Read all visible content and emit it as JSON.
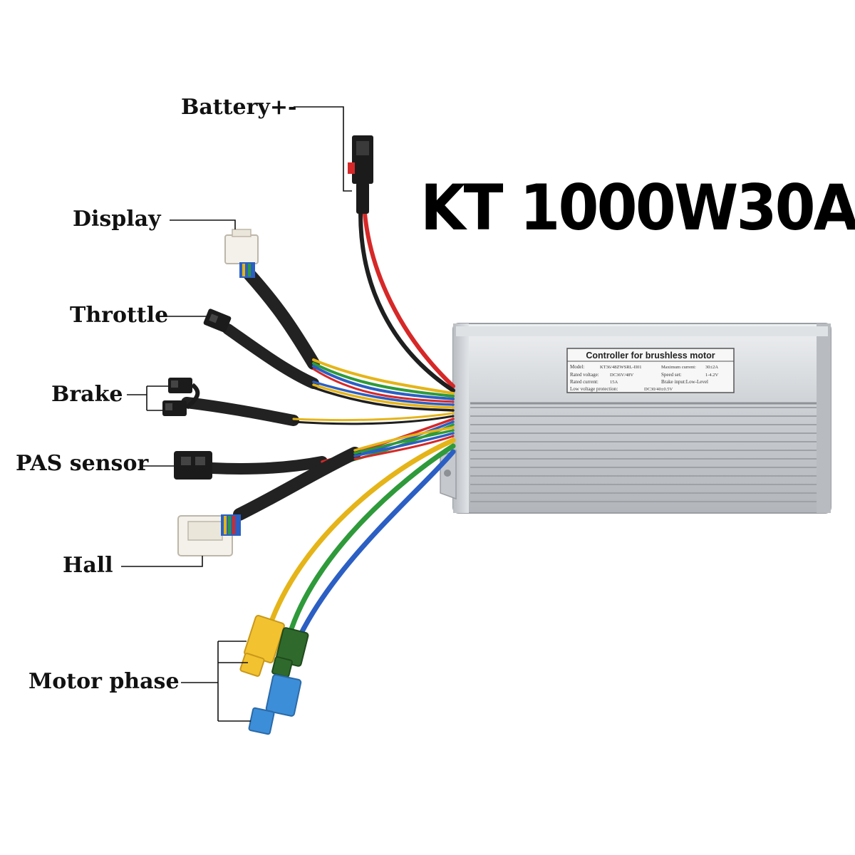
{
  "title": "KT 1000W30A",
  "callouts": {
    "battery": "Battery+-",
    "display": "Display",
    "throttle": "Throttle",
    "brake": "Brake",
    "pas": "PAS sensor",
    "hall": "Hall",
    "motor_phase": "Motor phase"
  },
  "sticker": {
    "heading": "Controller for brushless motor",
    "model_label": "Model:",
    "model_value": "KT36/48ZWSRL-II01",
    "max_current_label": "Maximum current:",
    "max_current_value": "30±2A",
    "rated_voltage_label": "Rated voltage:",
    "rated_voltage_value": "DC36V/48V",
    "speed_set_label": "Speed set:",
    "speed_set_value": "1-4.2V",
    "rated_current_label": "Rated current:",
    "rated_current_value": "15A",
    "brake_input_label": "Brake input:Low-Level",
    "low_voltage_label": "Low voltage protection:",
    "low_voltage_value": "DC30/40±0.5V"
  },
  "colors": {
    "wire_red": "#d62828",
    "wire_black": "#1f1f1f",
    "wire_yellow": "#e5b418",
    "wire_green": "#2e9a3a",
    "wire_blue": "#2b5fc4",
    "connector_yellow": "#f2c230",
    "connector_green": "#2f6a2c",
    "connector_blue": "#3d8ed8",
    "controller_body": "#c8ccd0"
  }
}
